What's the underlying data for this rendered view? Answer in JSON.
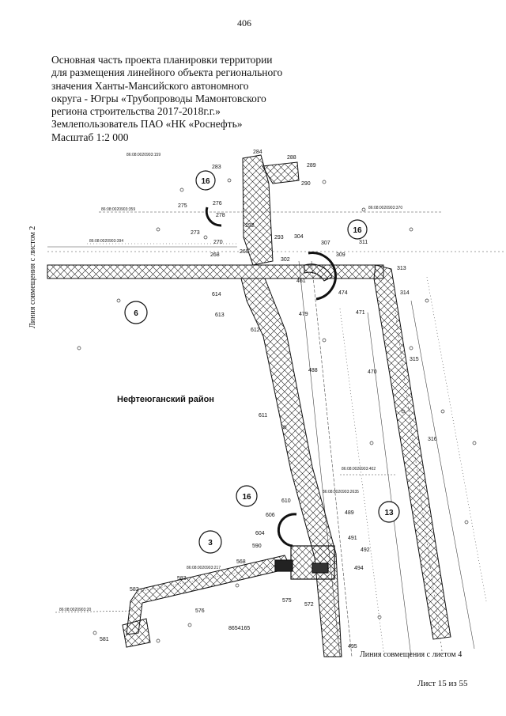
{
  "page_number": "406",
  "header": {
    "lines": [
      "Основная часть проекта планировки территории",
      "для размещения линейного объекта регионального",
      "значения Ханты-Мансийского автономного",
      "округа - Югры «Трубопроводы Мамонтовского",
      "региона строительства 2017-2018г.г.»",
      "Землепользователь ПАО «НК «Роснефть»",
      "Масштаб 1:2 000"
    ]
  },
  "map": {
    "district": "Нефтеюганский район",
    "side_label_left": "Линия совмещения с листом 2",
    "side_label_bottom": "Линия совмещения с листом 4",
    "callouts": [
      "16",
      "16",
      "6",
      "16",
      "13",
      "3"
    ],
    "cadastral_labels": [
      "86:08:0020903:159",
      "86:08:0020903:359",
      "86:08:0020903:370",
      "86:08:0020903:394",
      "86:08:0020903:402",
      "86:08:0020903:2635",
      "86:08:0020903:217",
      "86:08:0020903:20"
    ],
    "extra_label": "8654165",
    "point_labels": [
      "284",
      "288",
      "289",
      "290",
      "283",
      "276",
      "275",
      "278",
      "273",
      "292",
      "270",
      "293",
      "304",
      "307",
      "311",
      "268",
      "269",
      "302",
      "309",
      "313",
      "614",
      "613",
      "461",
      "474",
      "314",
      "479",
      "471",
      "612",
      "488",
      "470",
      "315",
      "611",
      "316",
      "610",
      "606",
      "489",
      "604",
      "491",
      "492",
      "590",
      "568",
      "494",
      "583",
      "582",
      "576",
      "575",
      "572",
      "581",
      "495"
    ]
  },
  "footer": {
    "sheet": "Лист 15 из 55"
  },
  "colors": {
    "ink": "#111111",
    "line": "#222222"
  }
}
